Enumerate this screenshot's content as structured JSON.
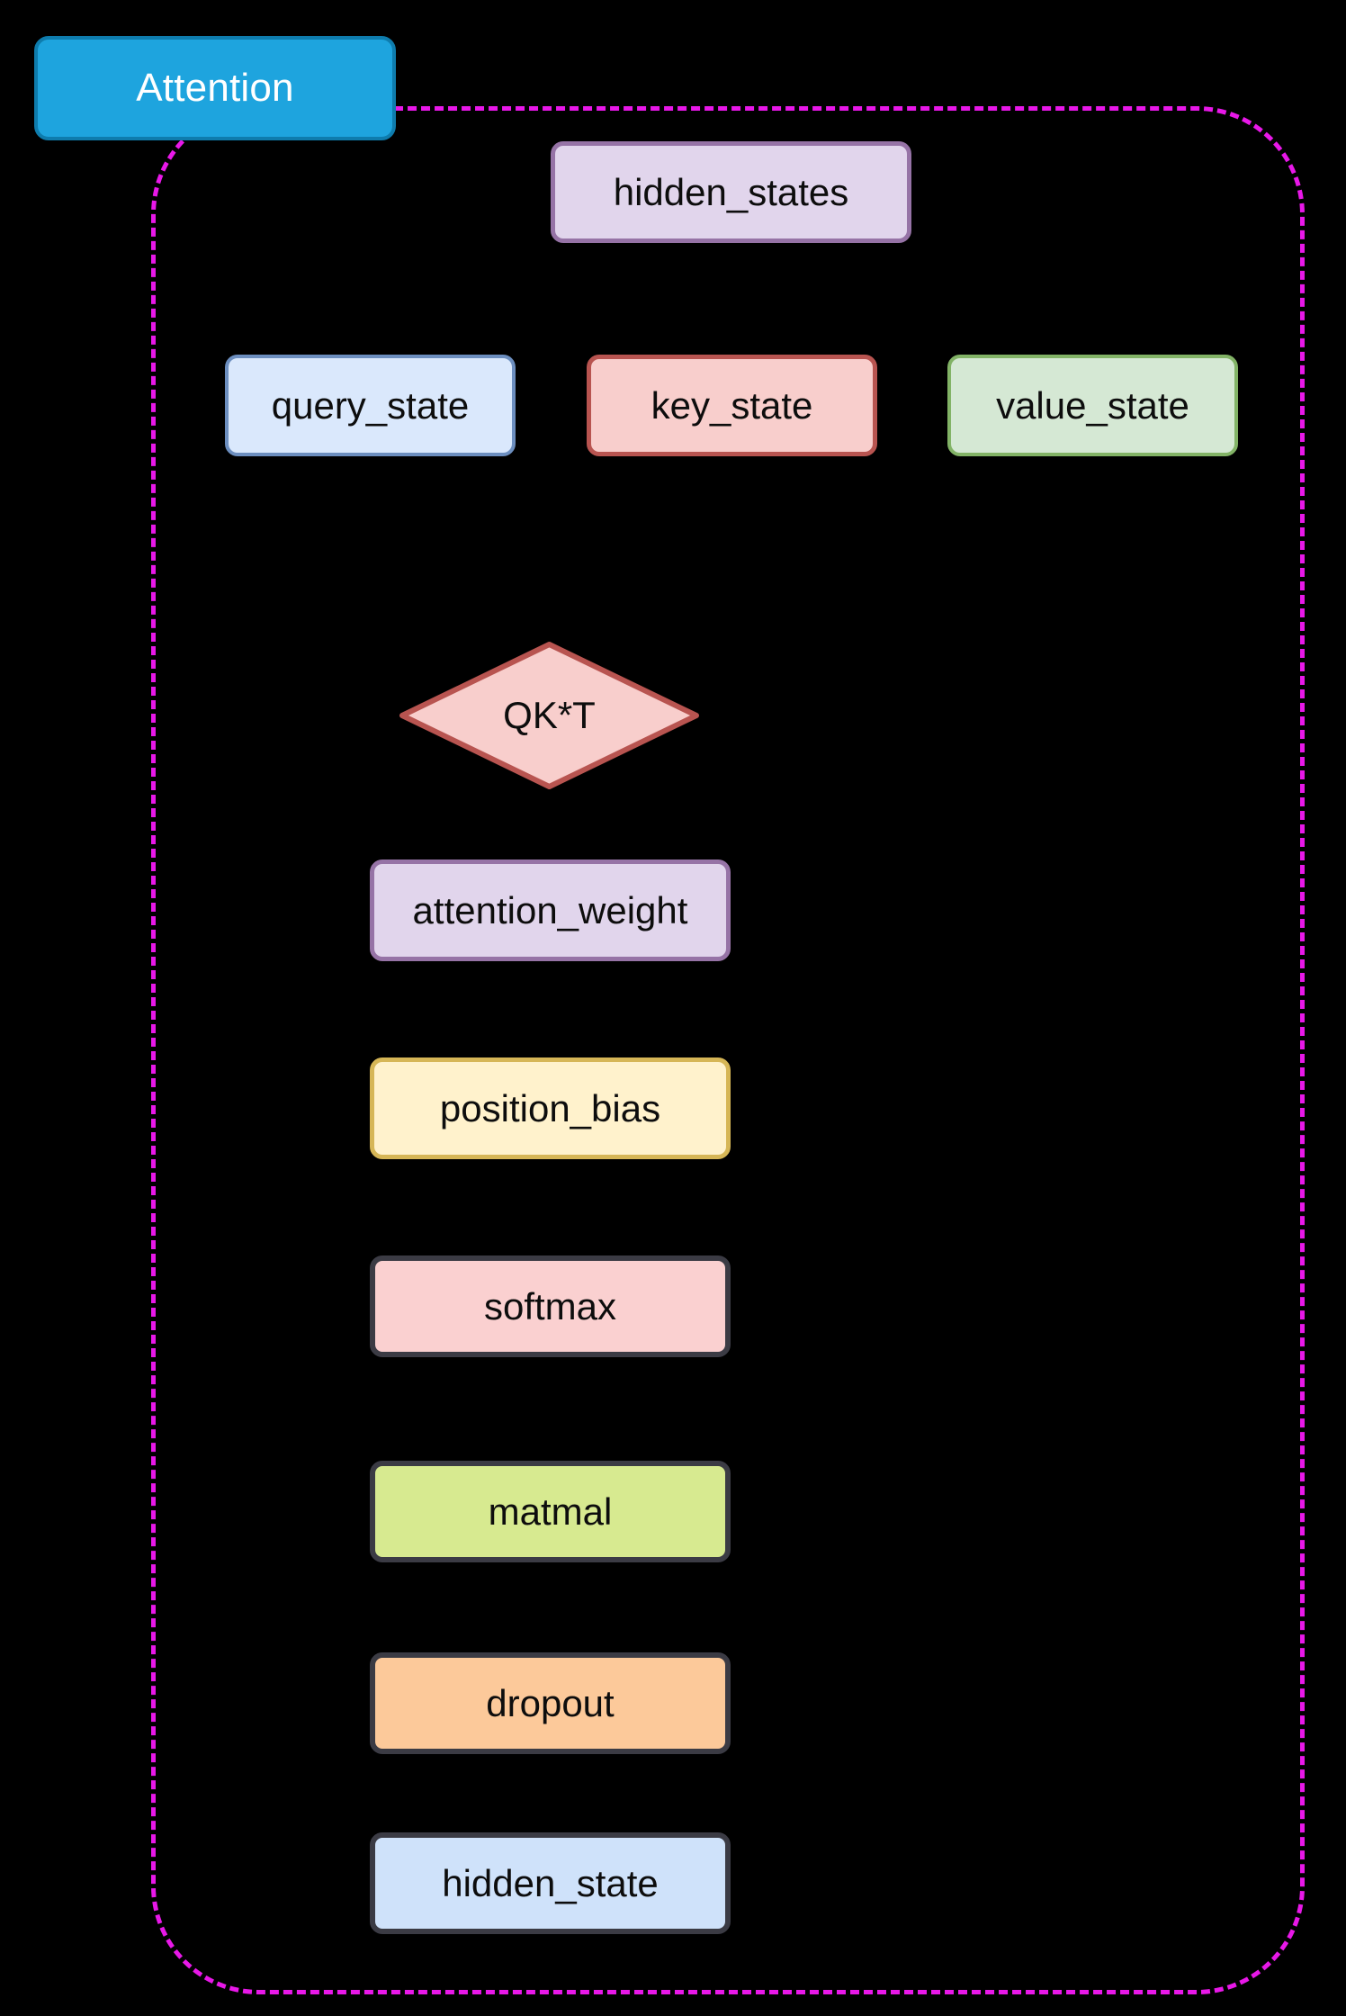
{
  "diagram": {
    "type": "flowchart",
    "background_color": "#000000",
    "subgraph": {
      "title": "Attention",
      "title_fill": "#1ea4de",
      "title_stroke": "#0e7cad",
      "title_text_color": "#ffffff",
      "border_color": "#e818e8",
      "border_style": "dashed"
    },
    "nodes": [
      {
        "id": "hidden_states",
        "label": "hidden_states",
        "shape": "rounded-rect",
        "fill": "#e1d5ec",
        "stroke": "#9673a6"
      },
      {
        "id": "query_state",
        "label": "query_state",
        "shape": "rounded-rect",
        "fill": "#dae8fc",
        "stroke": "#6c8ebf"
      },
      {
        "id": "key_state",
        "label": "key_state",
        "shape": "rounded-rect",
        "fill": "#f8cecc",
        "stroke": "#b85450"
      },
      {
        "id": "value_state",
        "label": "value_state",
        "shape": "rounded-rect",
        "fill": "#d5e8d4",
        "stroke": "#82b366"
      },
      {
        "id": "qkt",
        "label": "QK*T",
        "shape": "diamond",
        "fill": "#f8cecc",
        "stroke": "#b85450"
      },
      {
        "id": "attention_weight",
        "label": "attention_weight",
        "shape": "rounded-rect",
        "fill": "#e1d5ec",
        "stroke": "#9673a6"
      },
      {
        "id": "position_bias",
        "label": "position_bias",
        "shape": "rounded-rect",
        "fill": "#fff2cc",
        "stroke": "#d6b656"
      },
      {
        "id": "softmax",
        "label": "softmax",
        "shape": "rounded-rect",
        "fill": "#fad0d0",
        "stroke": "#3b3b44"
      },
      {
        "id": "matmal",
        "label": "matmal",
        "shape": "rounded-rect",
        "fill": "#d7ea90",
        "stroke": "#3b3b44"
      },
      {
        "id": "dropout",
        "label": "dropout",
        "shape": "rounded-rect",
        "fill": "#fcc99a",
        "stroke": "#3b3b44"
      },
      {
        "id": "hidden_state",
        "label": "hidden_state",
        "shape": "rounded-rect",
        "fill": "#cfe2fa",
        "stroke": "#3b3b44"
      }
    ]
  }
}
